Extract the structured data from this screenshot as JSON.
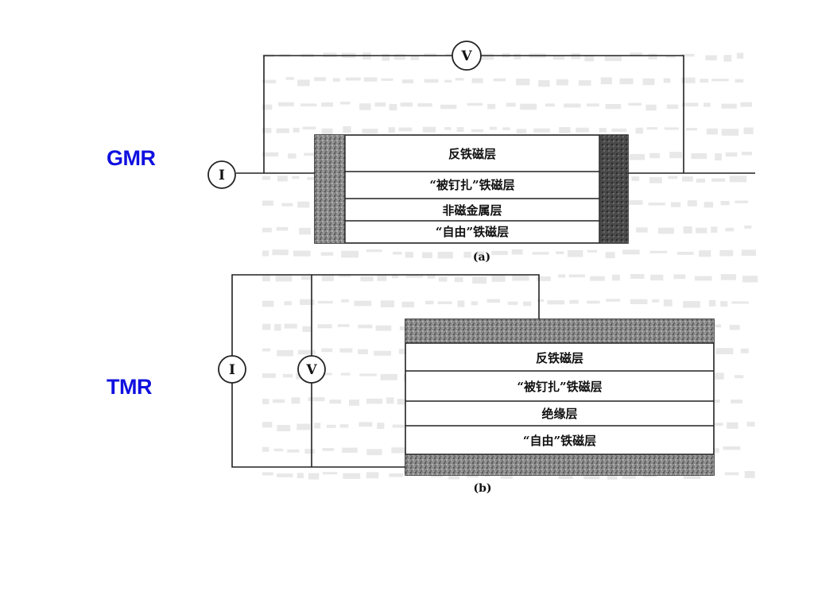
{
  "labels": {
    "gmr": "GMR",
    "tmr": "TMR"
  },
  "label_color": "#1010e0",
  "meters": {
    "current": "I",
    "voltage": "V"
  },
  "gmr_stack": {
    "caption": "(a)",
    "layers": [
      "反铁磁层",
      "“被钉扎”铁磁层",
      "非磁金属层",
      "“自由”铁磁层"
    ]
  },
  "tmr_stack": {
    "caption": "(b)",
    "layers": [
      "反铁磁层",
      "“被钉扎”铁磁层",
      "绝缘层",
      "“自由”铁磁层"
    ]
  }
}
